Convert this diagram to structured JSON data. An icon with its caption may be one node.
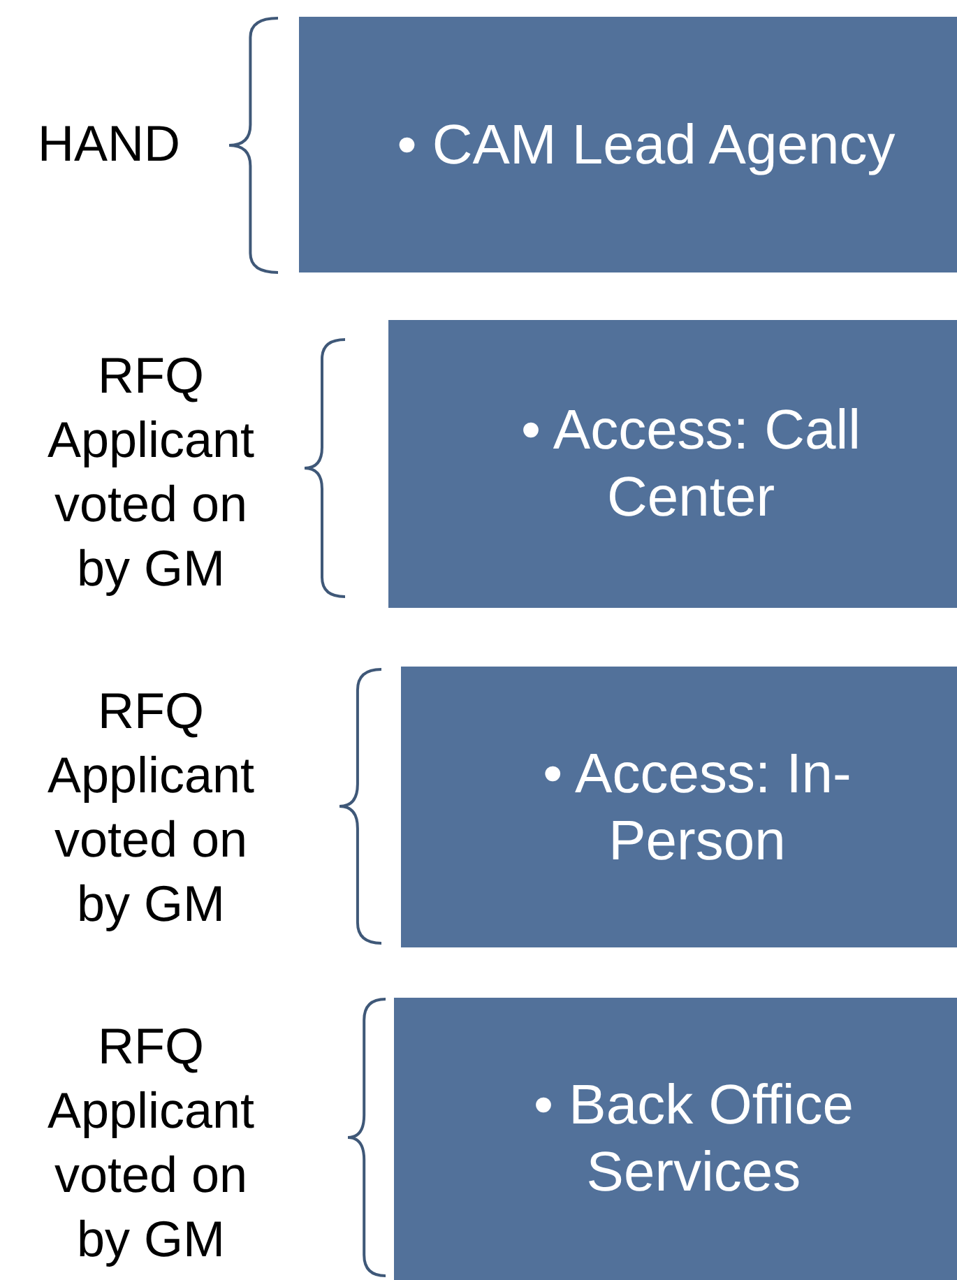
{
  "diagram": {
    "nodes": [
      {
        "text": [
          "• CAM Lead Agency"
        ],
        "beside": [
          "HAND"
        ]
      },
      {
        "text": [
          "• Access: Call Center"
        ],
        "beside": [
          "RFQ Applicant voted on by GM"
        ]
      },
      {
        "text": [
          "• Access: In-Person"
        ],
        "beside": [
          "RFQ Applicant voted on by GM"
        ]
      },
      {
        "text": [
          "• Back Office Services"
        ],
        "beside": [
          "RFQ Applicant voted on by GM"
        ]
      }
    ]
  }
}
